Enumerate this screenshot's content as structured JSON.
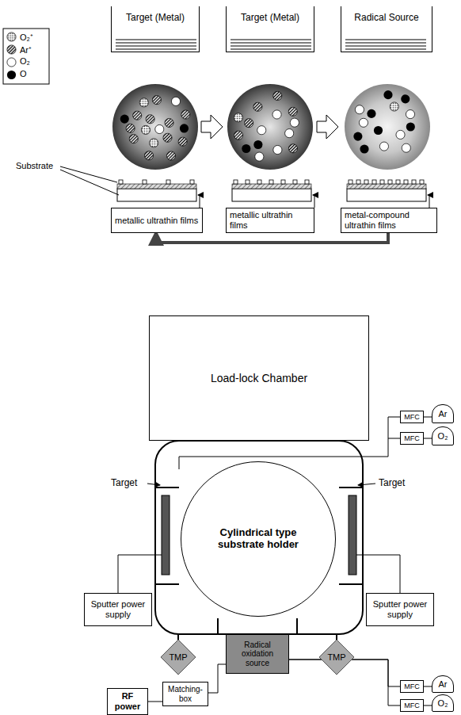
{
  "diagram": {
    "nodes": [
      {
        "text": [
          "Target (Metal)"
        ]
      },
      {
        "text": [
          "Target (Metal)"
        ]
      },
      {
        "text": [
          "Radical Source"
        ]
      },
      {
        "text": [
          "metallic ultrathin films"
        ]
      },
      {
        "text": [
          "metallic ultrathin films"
        ]
      },
      {
        "text": [
          "metal-compound ultrathin films"
        ]
      },
      {
        "text": [
          "Load-lock Chamber"
        ]
      },
      {
        "text": [
          "Cylindrical type substrate holder"
        ]
      },
      {
        "text": [
          "Sputter power supply"
        ]
      },
      {
        "text": [
          "Sputter power supply"
        ]
      },
      {
        "text": [
          "TMP"
        ]
      },
      {
        "text": [
          "TMP"
        ]
      },
      {
        "text": [
          "Radical oxidation source"
        ]
      },
      {
        "text": [
          "RF power"
        ]
      },
      {
        "text": [
          "Matching-box"
        ]
      },
      {
        "text": [
          "MFC"
        ]
      },
      {
        "text": [
          "Ar"
        ]
      },
      {
        "text": [
          "MFC"
        ]
      },
      {
        "text": [
          "O₂"
        ]
      },
      {
        "text": [
          "MFC"
        ]
      },
      {
        "text": [
          "Ar"
        ]
      },
      {
        "text": [
          "MFC"
        ]
      },
      {
        "text": [
          "O₂"
        ]
      }
    ],
    "edges": [
      {
        "from": 5,
        "to": 3,
        "arrow": "to"
      },
      {
        "from": 13,
        "to": 14,
        "arrow": "none"
      },
      {
        "from": 14,
        "to": 12,
        "arrow": "none"
      },
      {
        "from": 15,
        "to": 16,
        "arrow": "none"
      },
      {
        "from": 17,
        "to": 18,
        "arrow": "none"
      },
      {
        "from": 19,
        "to": 20,
        "arrow": "none"
      },
      {
        "from": 21,
        "to": 22,
        "arrow": "none"
      },
      {
        "from": 12,
        "to": 19,
        "arrow": "none"
      },
      {
        "from": 12,
        "to": 21,
        "arrow": "none"
      }
    ],
    "labels": [
      "Substrate",
      "Target",
      "Target"
    ],
    "legend": [
      {
        "text": "O₂⁺"
      },
      {
        "text": "Ar⁺"
      },
      {
        "text": "O₂"
      },
      {
        "text": "O"
      }
    ]
  }
}
